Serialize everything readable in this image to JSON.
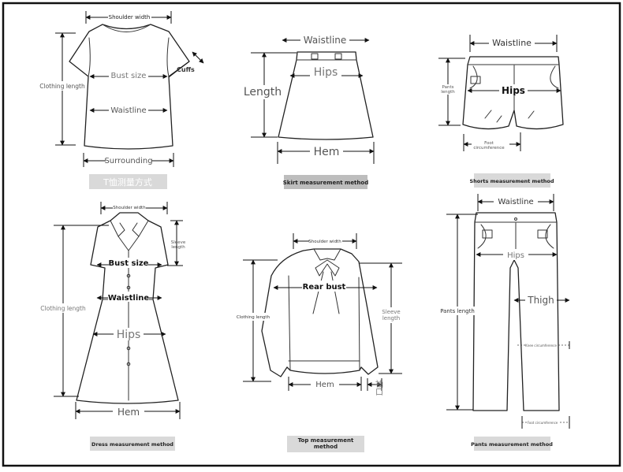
{
  "frame": {
    "border_color": "#111111",
    "background": "#ffffff"
  },
  "tshirt": {
    "shoulder_width": "Shoulder width",
    "clothing_length": "Clothing length",
    "bust_size": "Bust size",
    "cuffs": "Cuffs",
    "waistline": "Waistline",
    "surrounding": "Surrounding",
    "caption": "T恤测量方式"
  },
  "skirt": {
    "waistline": "Waistline",
    "hips": "Hips",
    "length": "Length",
    "hem": "Hem",
    "caption": "Skirt measurement method"
  },
  "shorts": {
    "waistline": "Waistline",
    "pants_length": "Pants length",
    "hips": "Hips",
    "foot_circumference": "Foot circumference",
    "caption": "Shorts measurement method"
  },
  "dress": {
    "shoulder_width": "Shoulder width",
    "sleeve_length": "Sleeve length",
    "bust_size": "Bust size",
    "waistline": "Waistline",
    "clothing_length": "Clothing length",
    "hips": "Hips",
    "hem": "Hem",
    "caption": "Dress measurement method"
  },
  "top": {
    "shoulder_width": "Shoulder width",
    "rear_bust": "Rear bust",
    "clothing_length": "Clothing length",
    "sleeve_length": "Sleeve length",
    "hem": "Hem",
    "cuff": "袖口",
    "caption": "Top measurement method"
  },
  "pants": {
    "waistline": "Waistline",
    "hips": "Hips",
    "pants_length": "Pants length",
    "thigh": "Thigh",
    "knee_circumference": "Knee circumference",
    "foot_circumference": "Foot circumference",
    "caption": "Pants measurement method"
  }
}
